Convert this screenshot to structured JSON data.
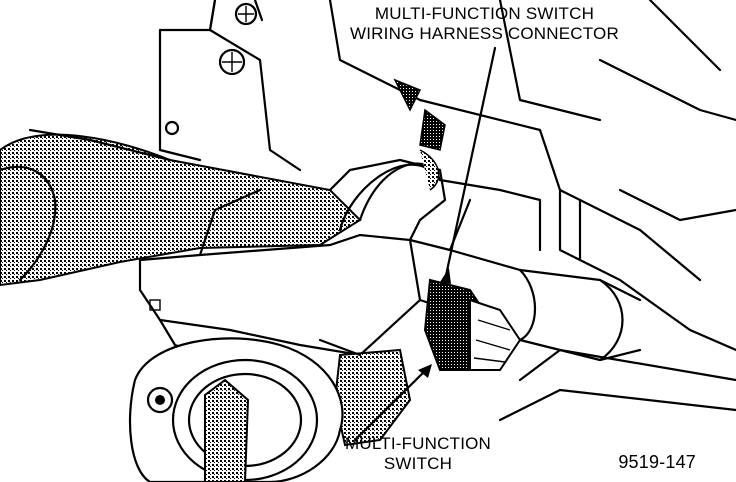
{
  "labels": {
    "connector_line1": "MULTI-FUNCTION SWITCH",
    "connector_line2": "WIRING HARNESS CONNECTOR",
    "switch_line1": "MULTI-FUNCTION",
    "switch_line2": "SWITCH"
  },
  "figure_id": "9519-147",
  "colors": {
    "ink": "#000000",
    "paper": "#ffffff",
    "shade": "#9a9a9a"
  }
}
